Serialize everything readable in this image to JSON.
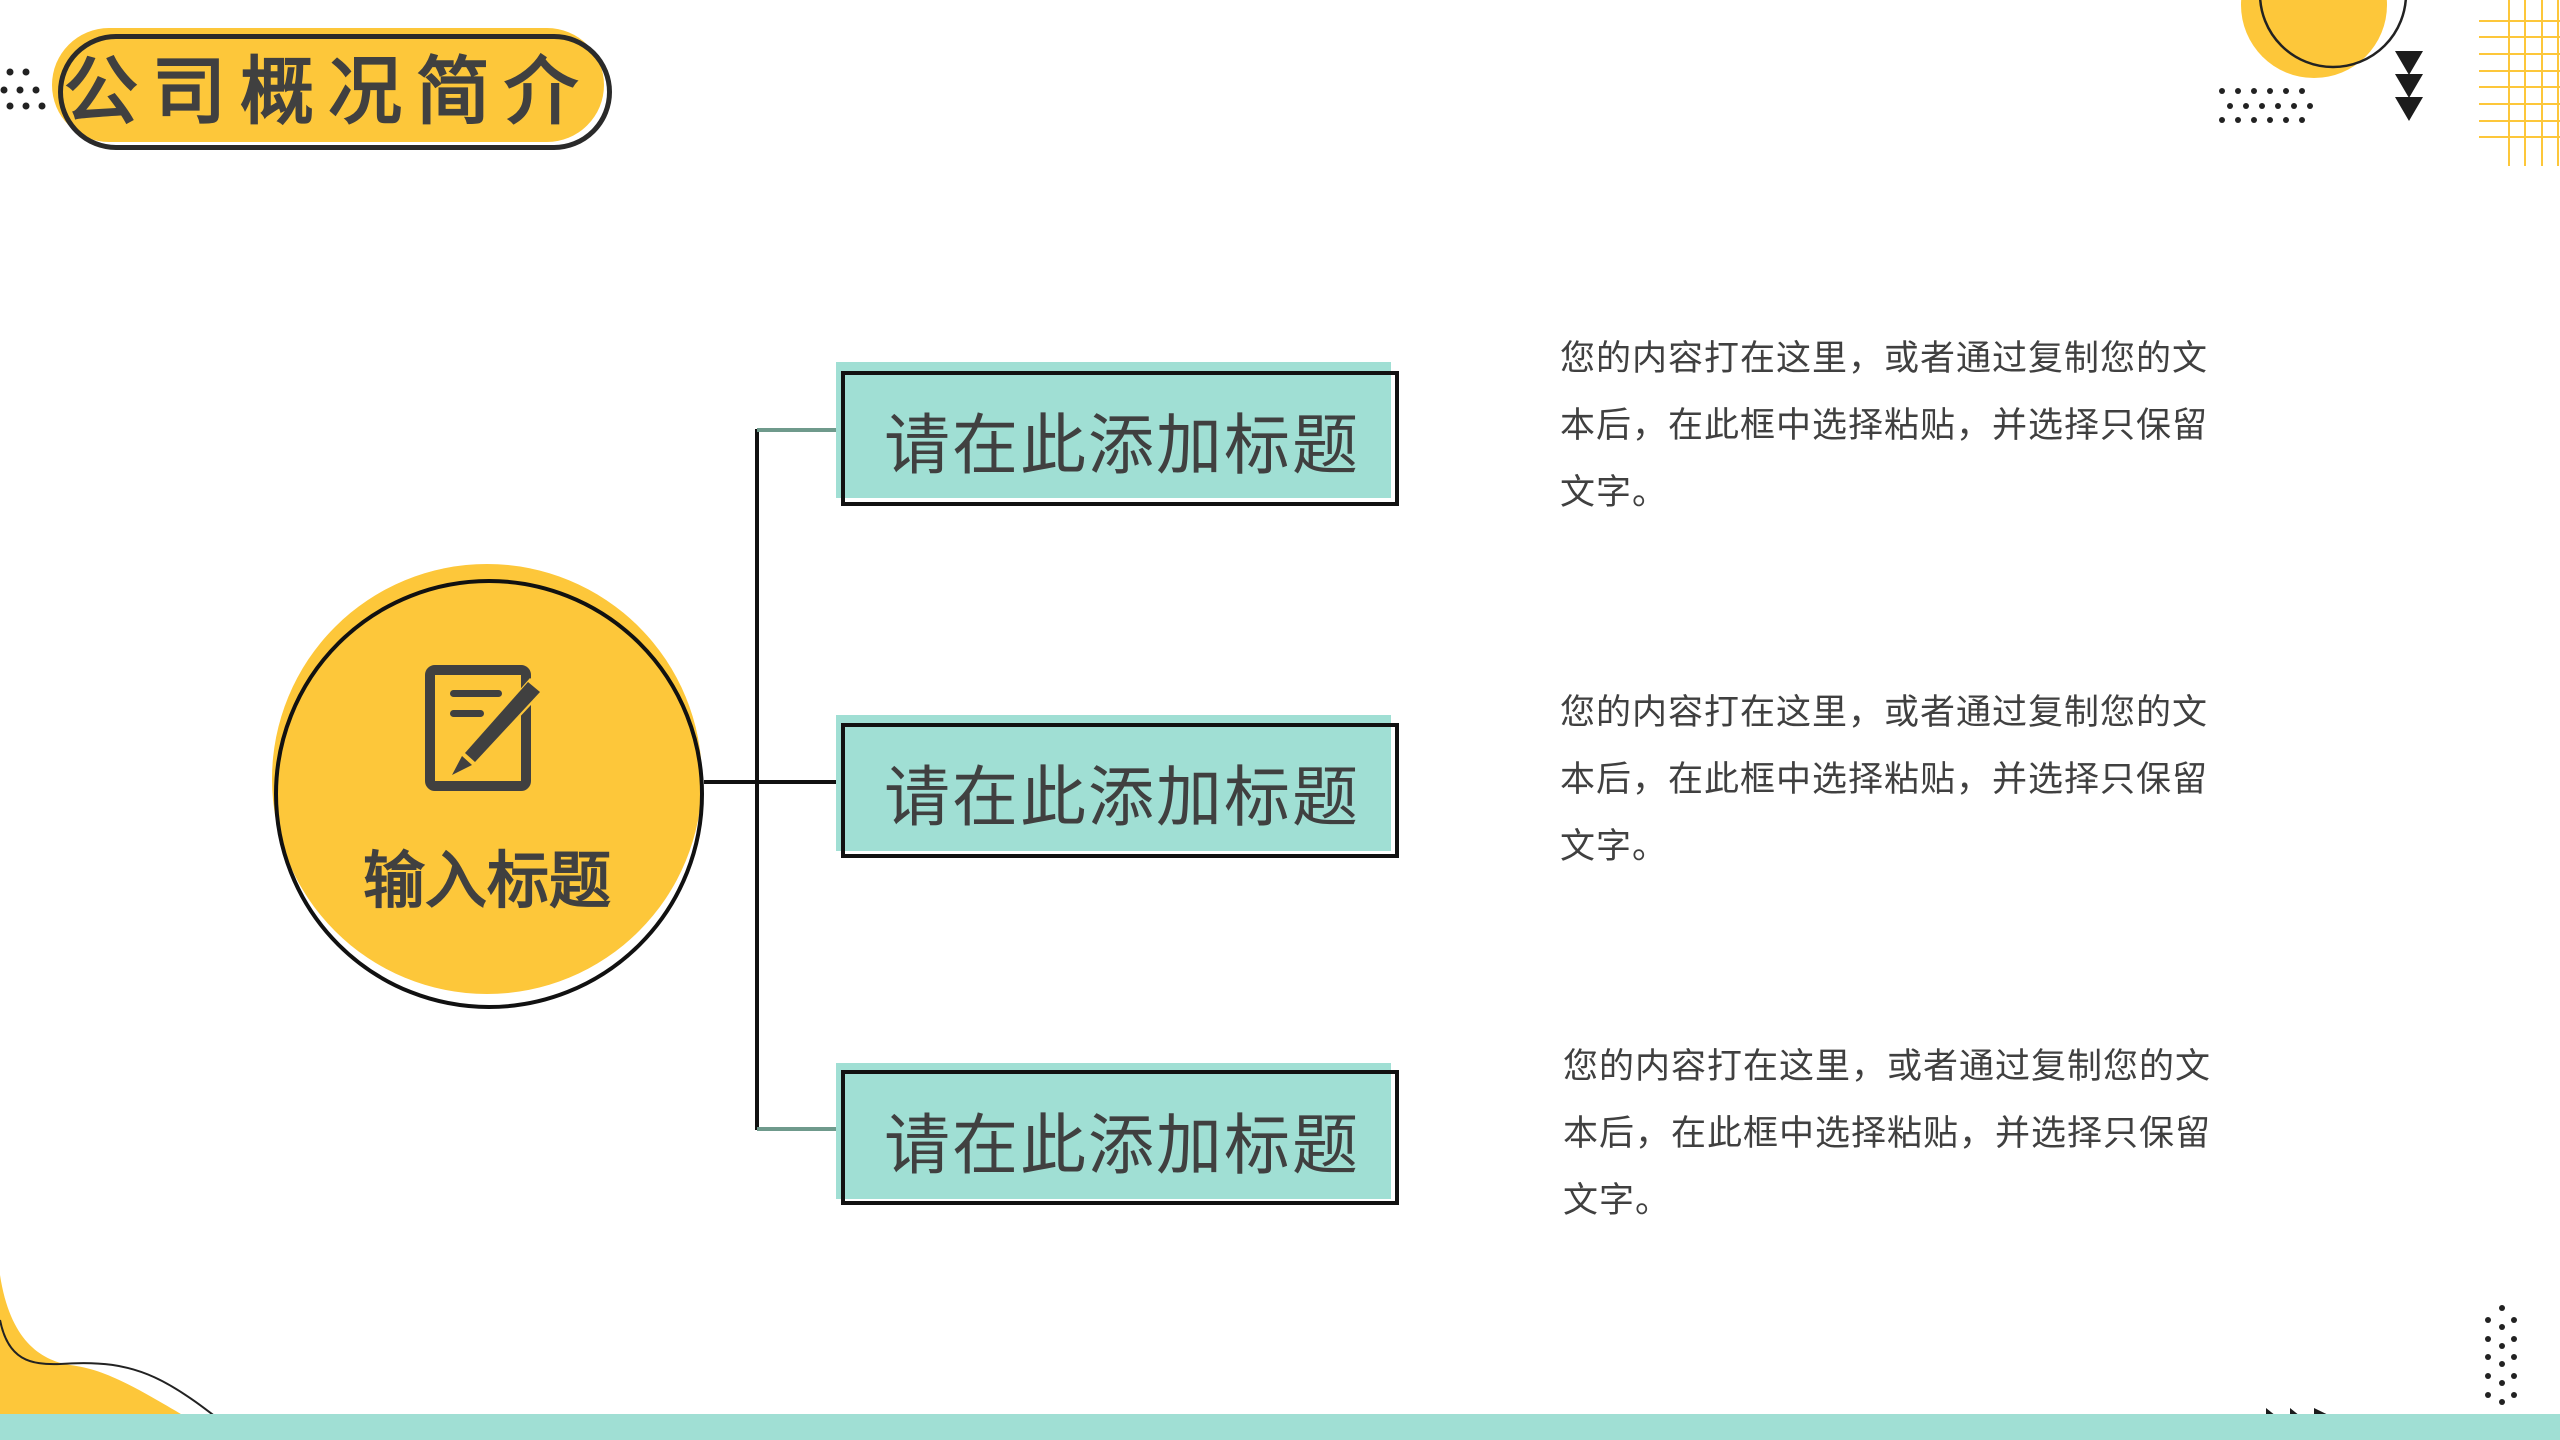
{
  "header": {
    "title": "公司概况简介"
  },
  "center": {
    "label": "输入标题",
    "icon": "edit-document-icon"
  },
  "items": [
    {
      "title": "请在此添加标题",
      "text": "您的内容打在这里，或者通过复制您的文本后，在此框中选择粘贴，并选择只保留文字。"
    },
    {
      "title": "请在此添加标题",
      "text": "您的内容打在这里，或者通过复制您的文本后，在此框中选择粘贴，并选择只保留文字。"
    },
    {
      "title": "请在此添加标题",
      "text": "您的内容打在这里，或者通过复制您的文本后，在此框中选择粘贴，并选择只保留文字。"
    }
  ],
  "colors": {
    "yellow": "#FDC73A",
    "teal": "#A0DFD4",
    "text": "#404040"
  }
}
